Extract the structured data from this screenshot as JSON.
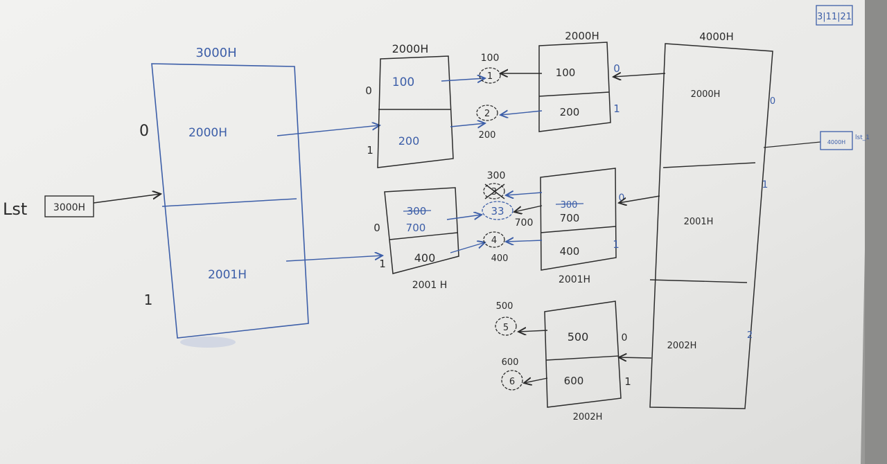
{
  "date": "3|11|21",
  "left": {
    "var_name": "Lst",
    "var_value": "3000H",
    "block_label": "3000H",
    "idx_0": "0",
    "idx_1": "1",
    "cell_0": "2000H",
    "cell_1": "2001H"
  },
  "mid": {
    "top_block_label": "2000H",
    "top_idx_0": "0",
    "top_idx_1": "1",
    "top_cell_0": "100",
    "top_cell_1": "200",
    "bot_block_label": "2001 H",
    "bot_idx_0": "0",
    "bot_idx_1": "1",
    "bot_cell_0_old": "300",
    "bot_cell_0": "700",
    "bot_cell_1": "400"
  },
  "objects": {
    "obj1_label": "100",
    "obj1_id": "1",
    "obj2_label": "200",
    "obj2_id": "2",
    "obj3_label": "300",
    "obj3_id": "3",
    "obj33_id": "33",
    "obj33_label": "700",
    "obj4_label": "400",
    "obj4_id": "4",
    "obj5_label": "500",
    "obj5_id": "5",
    "obj6_label": "600",
    "obj6_id": "6"
  },
  "right_lists": {
    "a_label": "2000H",
    "a_cell_0": "100",
    "a_cell_1": "200",
    "a_idx_0": "0",
    "a_idx_1": "1",
    "b_label": "2001H",
    "b_cell_0_old": "300",
    "b_cell_0": "700",
    "b_cell_1": "400",
    "b_idx_0": "0",
    "b_idx_1": "1",
    "c_label": "2002H",
    "c_cell_0": "500",
    "c_cell_1": "600",
    "c_idx_0": "0",
    "c_idx_1": "1"
  },
  "far": {
    "block_label": "4000H",
    "cell_0": "2000H",
    "cell_1": "2001H",
    "cell_2": "2002H",
    "idx_0": "0",
    "idx_1": "1",
    "idx_2": "2",
    "var_value": "4000H",
    "var_name": "lst_1"
  },
  "colors": {
    "board": "#ebebe9",
    "ink_black": "#2b2b2b",
    "ink_blue": "#3c5ea8"
  }
}
